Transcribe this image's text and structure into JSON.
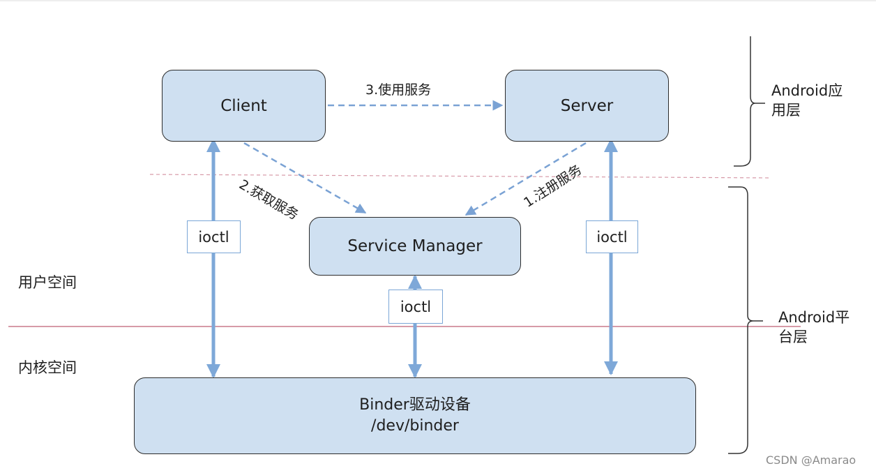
{
  "nodes": {
    "client": "Client",
    "server": "Server",
    "service_manager": "Service Manager",
    "binder_line1": "Binder驱动设备",
    "binder_line2": "/dev/binder"
  },
  "edges": {
    "use_service": "3.使用服务",
    "get_service": "2.获取服务",
    "register_service": "1.注册服务",
    "ioctl_left": "ioctl",
    "ioctl_center": "ioctl",
    "ioctl_right": "ioctl"
  },
  "layers": {
    "app_layer_line1": "Android应",
    "app_layer_line2": "用层",
    "platform_layer_line1": "Android平",
    "platform_layer_line2": "台层"
  },
  "spaces": {
    "user_space": "用户空间",
    "kernel_space": "内核空间"
  },
  "watermark": "CSDN @Amarao",
  "colors": {
    "box_fill": "#cfe0f1",
    "arrow": "#7ea8d8",
    "dashed_arrow": "#7aa2d4",
    "separator_pink": "#d79aa8"
  }
}
